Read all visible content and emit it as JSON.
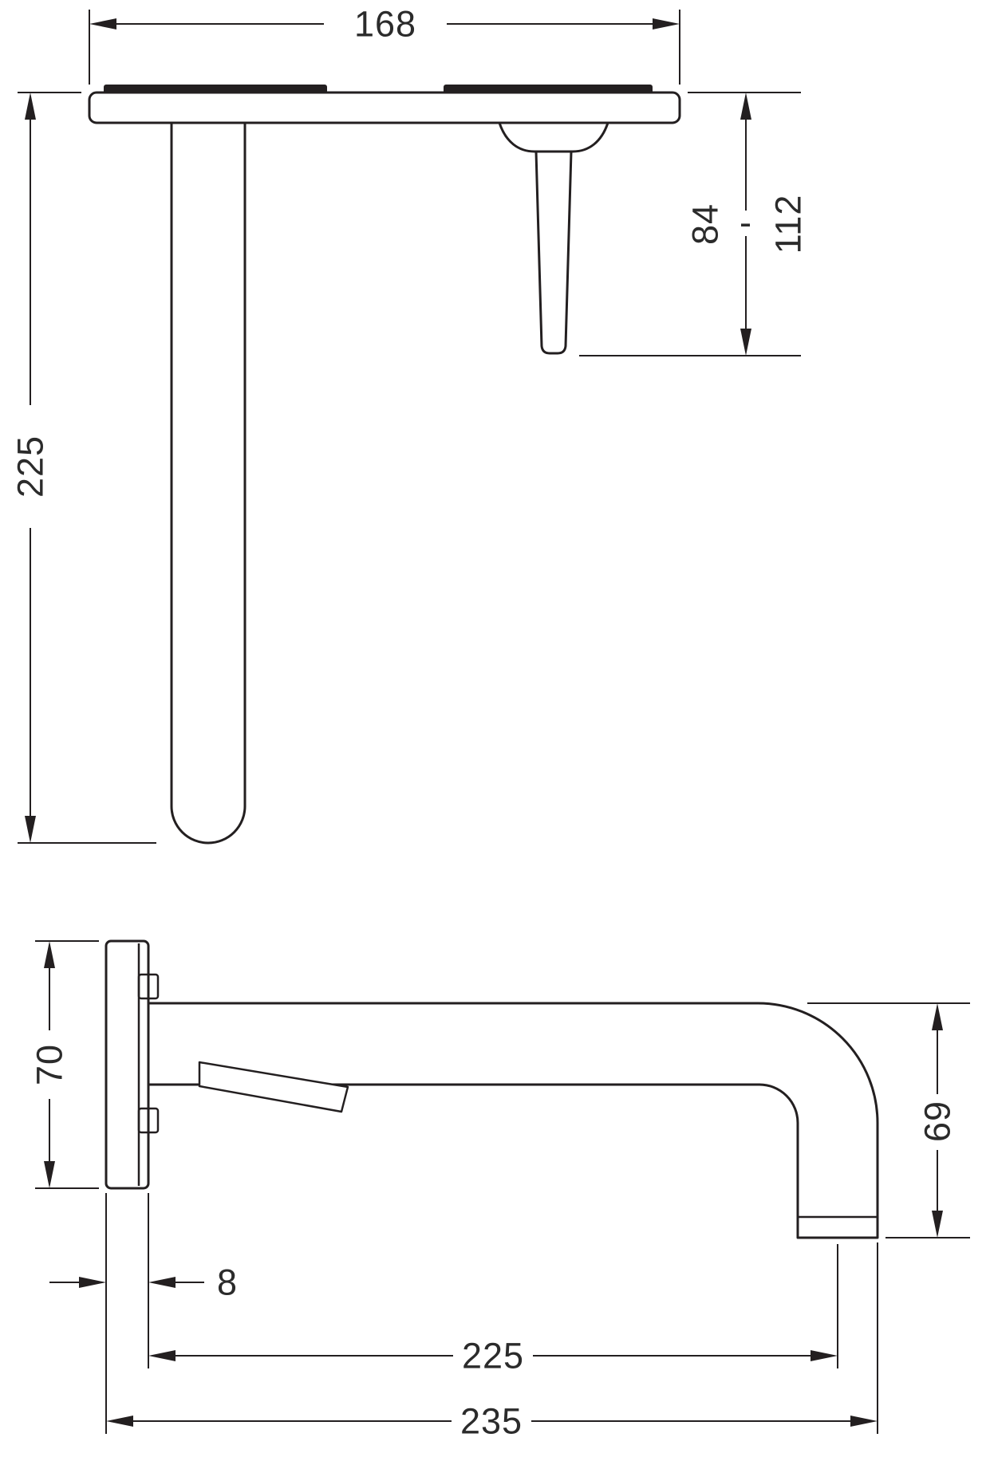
{
  "drawing": {
    "background": "#ffffff",
    "line_color": "#231f20",
    "text_color": "#2b2b2b",
    "front_view": {
      "plate_width": "168",
      "height": "225",
      "handle_min": "84",
      "separator": "-",
      "handle_max": "112"
    },
    "side_view": {
      "plate_height": "70",
      "plate_thickness": "8",
      "outlet_drop": "69",
      "reach_to_outlet": "225",
      "total_projection": "235"
    }
  }
}
